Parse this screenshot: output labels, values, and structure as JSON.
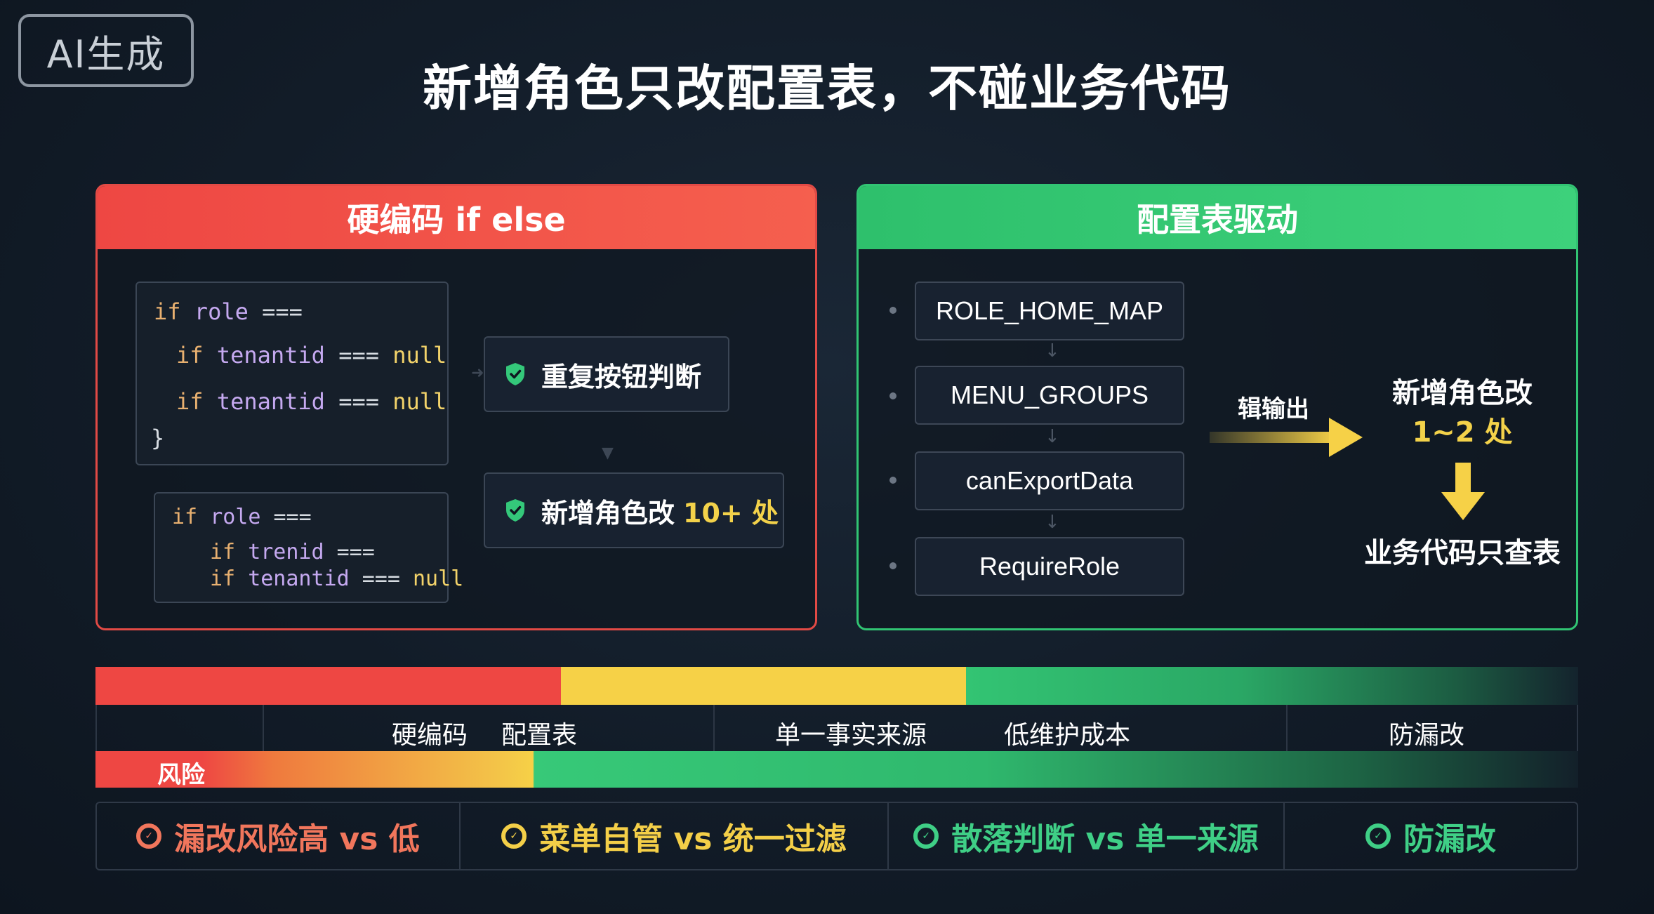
{
  "badge": "AI生成",
  "title": "新增角色只改配置表，不碰业务代码",
  "left_panel": {
    "header": "硬编码 if else",
    "code1": {
      "l1_kw": "if",
      "l1_var": "role",
      "l1_op": "===",
      "l2_kw": "if",
      "l2_var": "tenantid",
      "l2_op": "===",
      "l2_null": "null",
      "l3_kw": "if",
      "l3_var": "tenantid",
      "l3_op": "===",
      "l3_null": "null",
      "l4": "}"
    },
    "code2": {
      "l1_kw": "if",
      "l1_var": "role",
      "l1_op": "===",
      "l2_kw": "if",
      "l2_var": "trenid",
      "l2_op": "===",
      "l3_kw": "if",
      "l3_var": "tenantid",
      "l3_op": "===",
      "l3_null": "null"
    },
    "check1": "重复按钮判断",
    "check2_text": "新增角色改",
    "check2_highlight": "10+ 处"
  },
  "right_panel": {
    "header": "配置表驱动",
    "boxes": [
      "ROLE_HOME_MAP",
      "MENU_GROUPS",
      "canExportData",
      "RequireRole"
    ],
    "arrow_label": "辑输出",
    "result_line1": "新增角色改",
    "result_line2": "1~2 处",
    "result_line3": "业务代码只查表"
  },
  "bottom": {
    "labels": [
      "硬编码",
      "配置表",
      "单一事实来源",
      "低维护成本",
      "防漏改"
    ],
    "risk_label": "风险",
    "footer": [
      {
        "text": "漏改风险高 vs 低",
        "color": "#f1765c"
      },
      {
        "text": "菜单自管 vs 统一过滤",
        "color": "#f4cf48"
      },
      {
        "text": "散落判断 vs 单一来源",
        "color": "#3fcf86"
      },
      {
        "text": "防漏改",
        "color": "#3fcf86"
      }
    ]
  },
  "colors": {
    "red": "#ee4743",
    "yellow": "#f6d147",
    "green": "#33c473",
    "background": "#121c28"
  }
}
